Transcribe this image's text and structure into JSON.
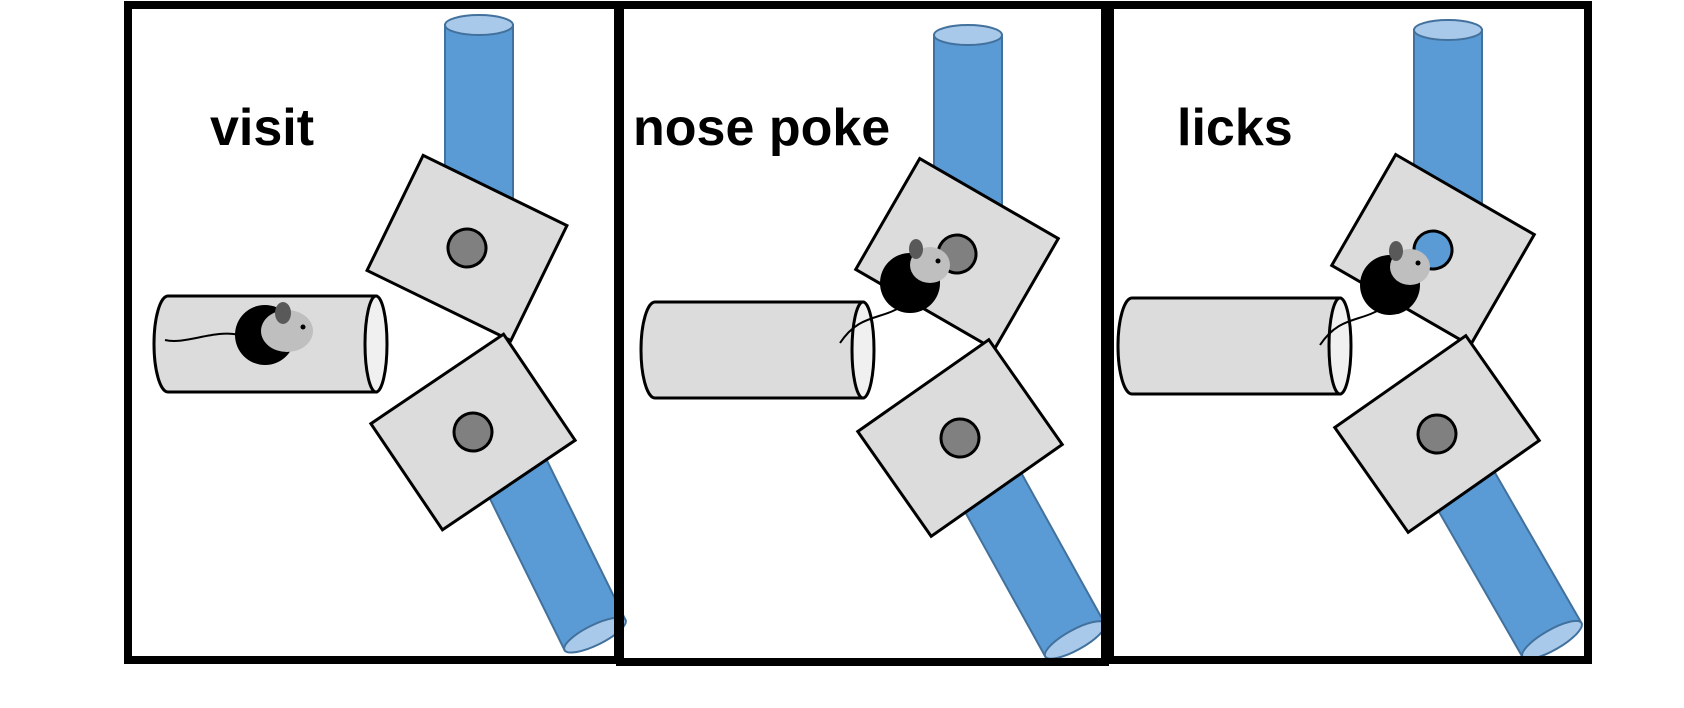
{
  "panels": [
    {
      "label": "visit",
      "state": "mouse-in-tunnel",
      "upper_port": "closed",
      "lower_port": "closed"
    },
    {
      "label": "nose poke",
      "state": "mouse-at-upper-port",
      "upper_port": "closed",
      "lower_port": "closed"
    },
    {
      "label": "licks",
      "state": "mouse-licking-upper-port",
      "upper_port": "open-water",
      "lower_port": "closed"
    }
  ],
  "colors": {
    "frame": "#000000",
    "bottle": "#5b9bd5",
    "bottle_cap": "#a9c9ea",
    "bottle_edge": "#41719c",
    "port_plate": "#dcdcdc",
    "port_closed": "#808080",
    "port_open": "#5b9bd5",
    "tunnel": "#dcdcdc",
    "tunnel_opening": "#f0f0f0",
    "mouse_body": "#000000",
    "mouse_head": "#bfbfbf",
    "mouse_ear": "#595959"
  },
  "icons": [
    "water-bottle",
    "port-plate",
    "tunnel",
    "mouse"
  ]
}
